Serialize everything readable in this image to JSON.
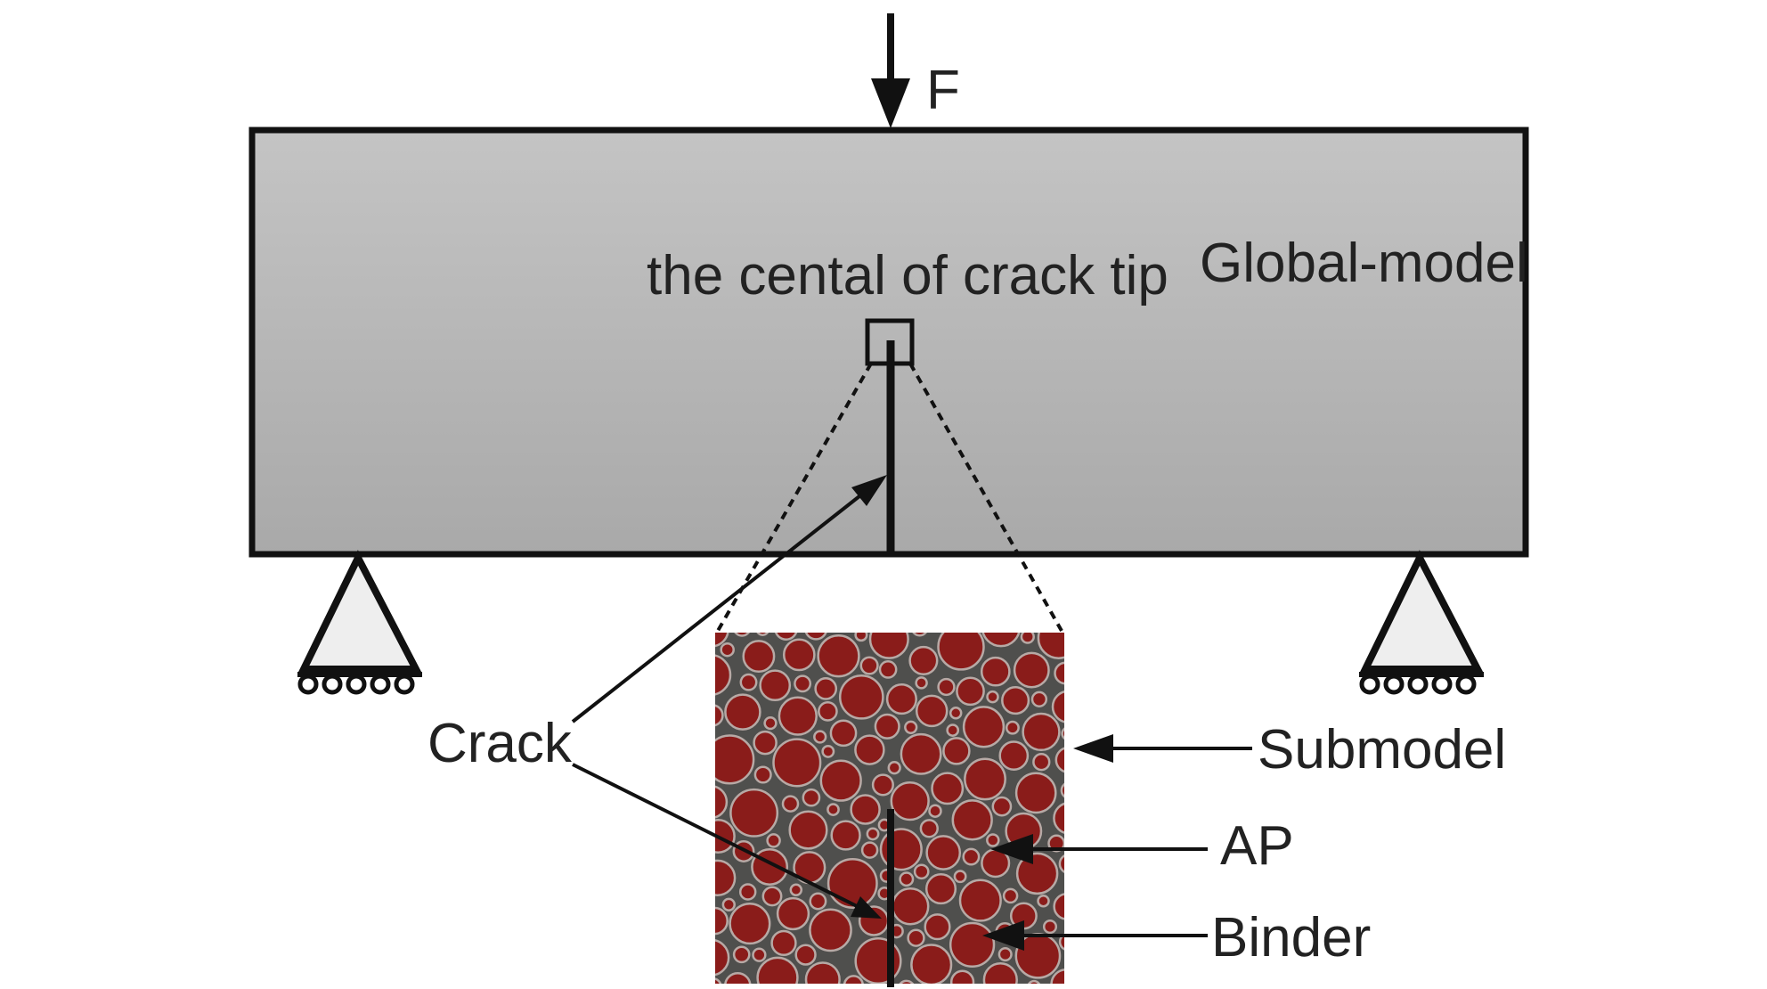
{
  "labels": {
    "force": "F",
    "crack_tip": "the cental of crack tip",
    "global_model": "Global-model",
    "crack": "Crack",
    "submodel": "Submodel",
    "ap": "AP",
    "binder": "Binder"
  },
  "colors": {
    "beam_top": "#c4c4c4",
    "beam_bottom": "#a9a9a9",
    "outline": "#111111",
    "binder": "#4f4f4d",
    "aggregate": "#8a1c1a",
    "aggregate_rim": "#b7a9a5",
    "support_fill": "#eeeeee"
  }
}
